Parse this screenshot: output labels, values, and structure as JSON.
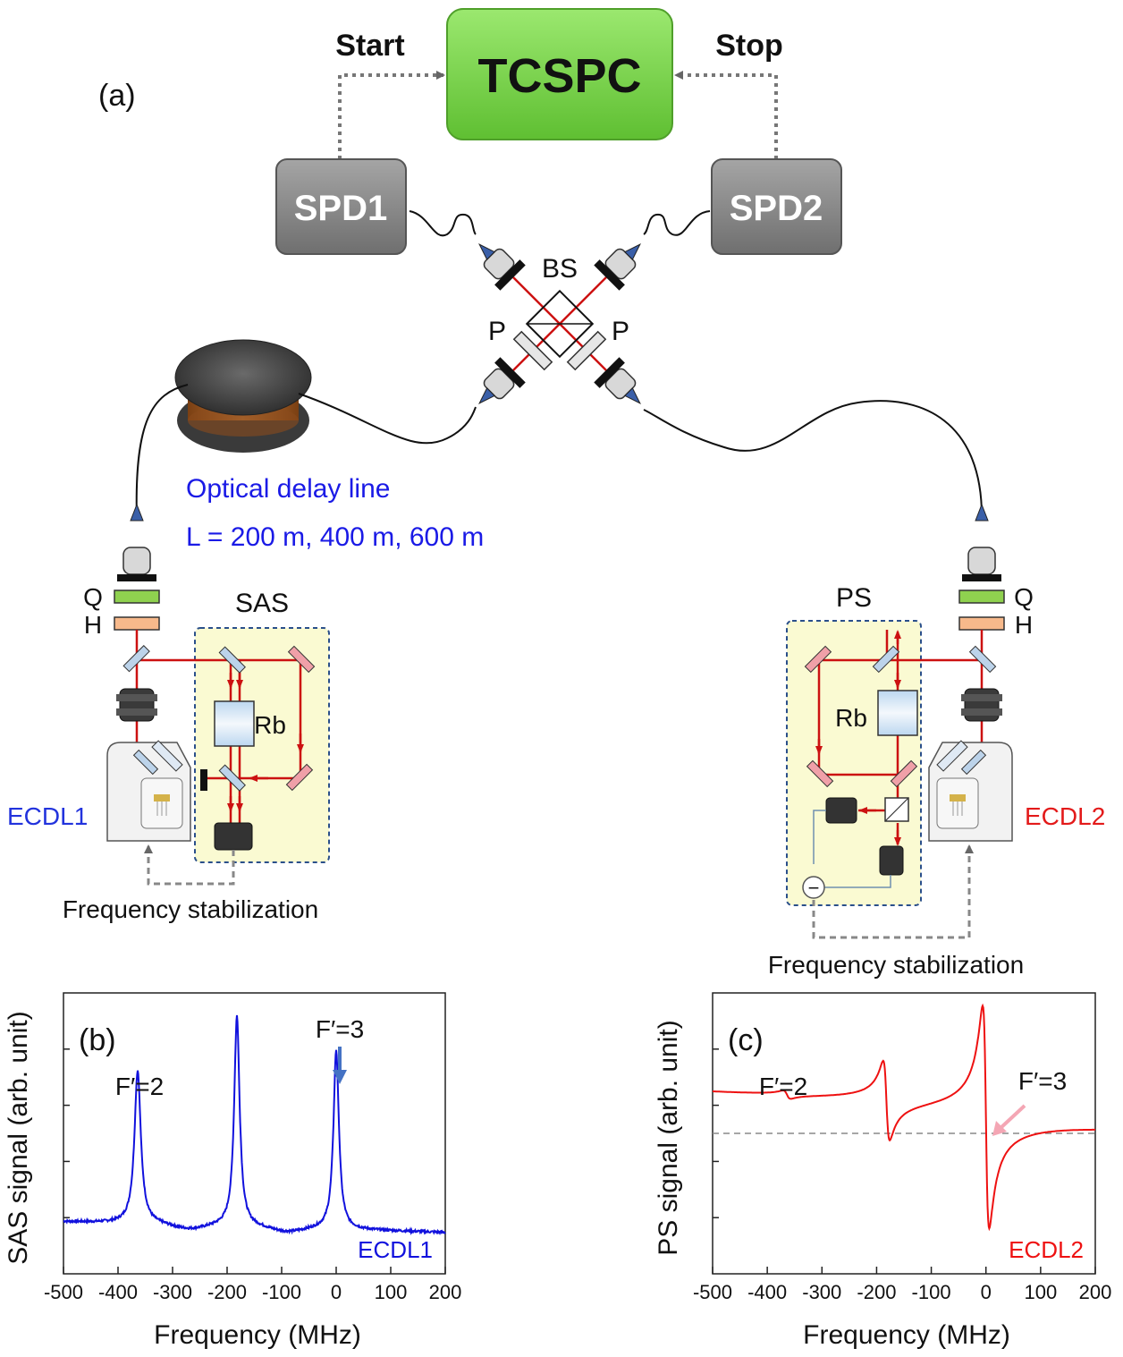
{
  "diagram": {
    "panel_a_label": "(a)",
    "tcspc_label": "TCSPC",
    "start_label": "Start",
    "stop_label": "Stop",
    "spd1_label": "SPD1",
    "spd2_label": "SPD2",
    "bs_label": "BS",
    "polarizer_left_label": "P",
    "polarizer_right_label": "P",
    "delay_line_title": "Optical delay line",
    "delay_line_lengths": "L = 200 m, 400 m, 600 m",
    "q_left": "Q",
    "h_left": "H",
    "q_right": "Q",
    "h_right": "H",
    "sas_box_label": "SAS",
    "ps_box_label": "PS",
    "rb_left": "Rb",
    "rb_right": "Rb",
    "ecdl1_label": "ECDL1",
    "ecdl2_label": "ECDL2",
    "freq_stab_left": "Frequency stabilization",
    "freq_stab_right": "Frequency stabilization",
    "minus_symbol": "−",
    "colors": {
      "tcspc_green": "#7ed957",
      "spd_gray": "#8f8f8f",
      "beam_red": "#cc1111",
      "delay_text_blue": "#1a1ae6",
      "ecdl1_blue": "#2233dd",
      "ecdl2_red": "#e31a1a",
      "box_fill": "#fafad2",
      "box_border": "#2a4f8a"
    }
  },
  "chart_data": [
    {
      "type": "line",
      "panel_label": "(b)",
      "series": [
        {
          "name": "ECDL1",
          "color": "#1111dd",
          "baseline": 0.3,
          "peaks": [
            {
              "x": -364,
              "height": 0.98,
              "width": 7
            },
            {
              "x": -182,
              "height": 1.35,
              "width": 6
            },
            {
              "x": 0,
              "height": 1.15,
              "width": 6
            }
          ]
        }
      ],
      "xlabel": "Frequency (MHz)",
      "ylabel": "SAS signal (arb. unit)",
      "xlim": [
        -500,
        200
      ],
      "ylim": [
        0,
        1.8
      ],
      "xticks": [
        -500,
        -400,
        -300,
        -200,
        -100,
        0,
        100,
        200
      ],
      "tick_labels": [
        "-500",
        "-400",
        "-300",
        "-200",
        "-100",
        "0",
        "100",
        "200"
      ],
      "annotations": [
        "F′=2",
        "F′=3"
      ],
      "series_label": "ECDL1",
      "arrow_color": "#4472c4"
    },
    {
      "type": "line",
      "panel_label": "(c)",
      "series": [
        {
          "name": "ECDL2",
          "color": "#ee1111",
          "baseline": 0.02,
          "slope": 0.00018,
          "features": [
            {
              "x": -364,
              "amplitude": 0.035,
              "width": 7
            },
            {
              "x": -182,
              "amplitude": 0.34,
              "width": 6
            },
            {
              "x": 0,
              "amplitude": 0.95,
              "width": 6
            }
          ]
        }
      ],
      "xlabel": "Frequency (MHz)",
      "ylabel": "PS signal (arb. unit)",
      "xlim": [
        -500,
        200
      ],
      "ylim": [
        -1.2,
        1.2
      ],
      "xticks": [
        -500,
        -400,
        -300,
        -200,
        -100,
        0,
        100,
        200
      ],
      "tick_labels": [
        "-500",
        "-400",
        "-300",
        "-200",
        "-100",
        "0",
        "100",
        "200"
      ],
      "zero_line": true,
      "annotations": [
        "F′=2",
        "F′=3"
      ],
      "series_label": "ECDL2",
      "arrow_color": "#f4a6b4"
    }
  ]
}
